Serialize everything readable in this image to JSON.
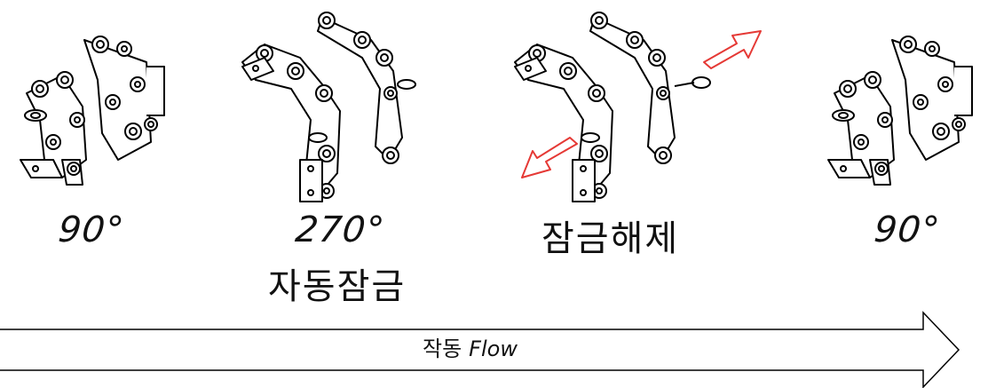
{
  "stages": [
    {
      "angle": "90°",
      "caption": ""
    },
    {
      "angle": "270°",
      "caption": "자동잠금"
    },
    {
      "angle": "",
      "caption": "잠금해제"
    },
    {
      "angle": "90°",
      "caption": ""
    }
  ],
  "flow": {
    "korean": "작동",
    "english": "Flow"
  },
  "colors": {
    "line": "#000000",
    "release_arrow": "#e53935"
  },
  "icons": [
    "hinge-mechanism-icon",
    "release-arrow-icon",
    "flow-arrow-icon"
  ]
}
